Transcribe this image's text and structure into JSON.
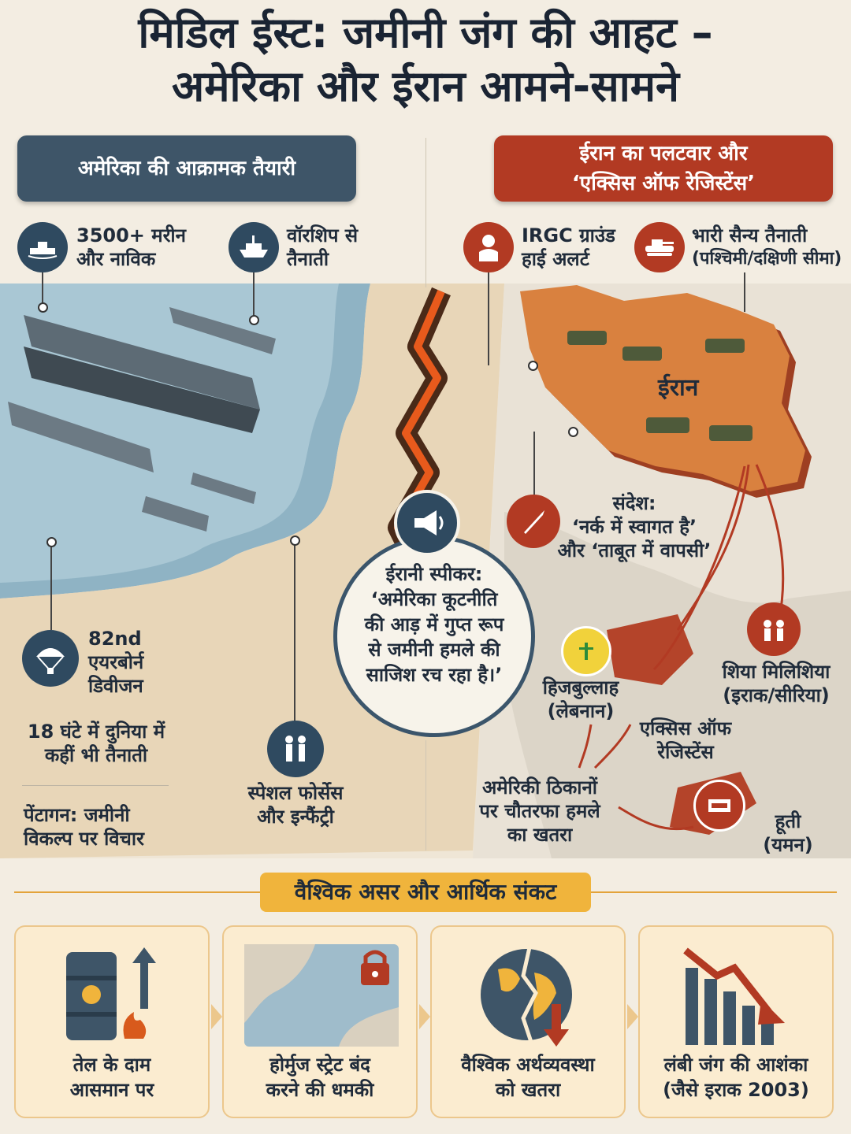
{
  "title": {
    "line1": "मिडिल ईस्ट: जमीनी जंग की आहट –",
    "line2": "अमेरिका और ईरान आमने-सामने"
  },
  "us_section": {
    "heading": "अमेरिका की आक्रामक तैयारी",
    "marines": {
      "line1": "3500+ मरीन",
      "line2": "और नाविक",
      "icon": "ship-icon"
    },
    "warships": {
      "line1": "वॉरशिप से",
      "line2": "तैनाती",
      "icon": "warship-icon"
    },
    "airborne": {
      "line1": "82nd",
      "line2": "एयरबोर्न",
      "line3": "डिवीजन",
      "icon": "parachute-icon"
    },
    "deploy": {
      "line1": "18 घंटे में दुनिया में",
      "line2": "कहीं भी तैनाती"
    },
    "pentagon": {
      "line1": "पेंटागन: जमीनी",
      "line2": "विकल्प पर विचार"
    },
    "special": {
      "line1": "स्पेशल फोर्सेस",
      "line2": "और इन्फैंट्री",
      "icon": "soldiers-icon"
    }
  },
  "iran_section": {
    "heading_line1": "ईरान का पलटवार और",
    "heading_line2": "‘एक्सिस ऑफ रेजिस्टेंस’",
    "irgc": {
      "line1": "IRGC ग्राउंड",
      "line2": "हाई अलर्ट",
      "icon": "soldier-icon"
    },
    "heavy": {
      "line1": "भारी सैन्य तैनाती",
      "line2": "(पश्चिमी/दक्षिणी सीमा)",
      "icon": "tank-icon"
    },
    "map_label": "ईरान",
    "message": {
      "line1": "संदेश:",
      "line2": "‘नर्क में स्वागत है’",
      "line3": "और ‘ताबूत में वापसी’"
    }
  },
  "speaker": {
    "line1": "ईरानी स्पीकर:",
    "line2": "‘अमेरिका कूटनीति",
    "line3": "की आड़ में गुप्त रूप",
    "line4": "से जमीनी हमले की",
    "line5": "साजिश रच रहा है।’"
  },
  "axis": {
    "hezbollah_line1": "हिजबुल्लाह",
    "hezbollah_line2": "(लेबनान)",
    "shia_line1": "शिया मिलिशिया",
    "shia_line2": "(इराक/सीरिया)",
    "axis_line1": "एक्सिस ऑफ",
    "axis_line2": "रेजिस्टेंस",
    "threat_line1": "अमेरिकी ठिकानों",
    "threat_line2": "पर चौतरफा हमले",
    "threat_line3": "का खतरा",
    "houthi_line1": "हूती",
    "houthi_line2": "(यमन)"
  },
  "global": {
    "banner": "वैश्विक असर और आर्थिक संकट",
    "cards": [
      {
        "line1": "तेल के दाम",
        "line2": "आसमान पर",
        "icon": "oil-barrel-icon"
      },
      {
        "line1": "होर्मुज स्ट्रेट बंद",
        "line2": "करने की धमकी",
        "icon": "lock-map-icon"
      },
      {
        "line1": "वैश्विक अर्थव्यवस्था",
        "line2": "को खतरा",
        "icon": "broken-globe-icon"
      },
      {
        "line1": "लंबी जंग की आशंका",
        "line2": "(जैसे इराक 2003)",
        "icon": "falling-chart-icon"
      }
    ]
  },
  "colors": {
    "navy": "#2f4a60",
    "red": "#b23a23",
    "sea": "#8fb3c4",
    "sand": "#e8d6b8",
    "banner": "#f0b43c"
  }
}
